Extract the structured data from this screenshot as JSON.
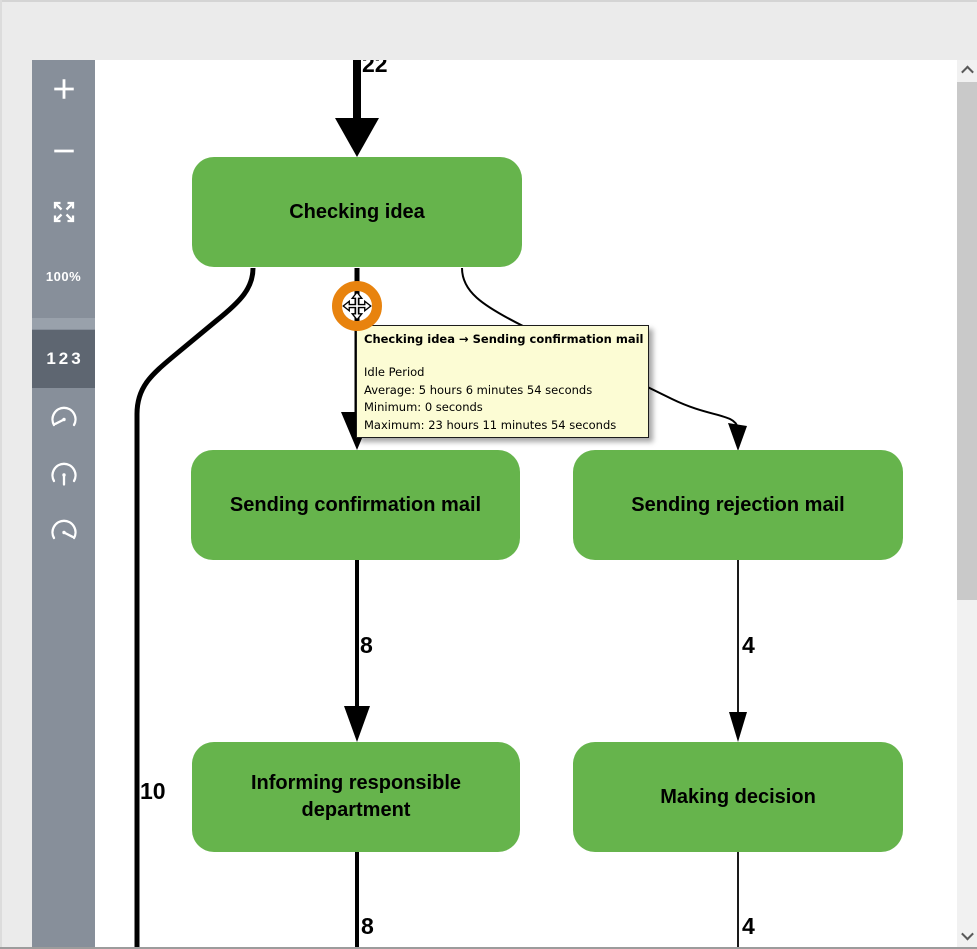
{
  "toolbar": {
    "zoom_level": "100%",
    "frequency_button_label": "123",
    "icons": [
      "zoom-in",
      "zoom-out",
      "fit-to-screen",
      "gauge-low",
      "gauge-mid",
      "gauge-high"
    ]
  },
  "diagram": {
    "nodes": [
      {
        "label": "Checking idea"
      },
      {
        "label": "Sending confirmation mail"
      },
      {
        "label": "Sending rejection mail"
      },
      {
        "label": "Informing responsible department"
      },
      {
        "label": "Making decision"
      }
    ],
    "edges": [
      {
        "count": "22",
        "to": "Checking idea"
      },
      {
        "count": "10",
        "from": "Checking idea"
      },
      {
        "count": "8",
        "from": "Sending confirmation mail",
        "to": "Informing responsible department"
      },
      {
        "count": "4",
        "from": "Sending rejection mail",
        "to": "Making decision"
      },
      {
        "count": "8",
        "from": "Informing responsible department"
      },
      {
        "count": "4",
        "from": "Making decision"
      }
    ]
  },
  "tooltip": {
    "title": "Checking idea → Sending confirmation mail",
    "section_label": "Idle Period",
    "lines": [
      "Average: 5 hours 6 minutes 54 seconds",
      "Minimum: 0 seconds",
      "Maximum: 23 hours 11 minutes 54 seconds"
    ]
  },
  "colors": {
    "node_fill": "#66b44c",
    "toolbar": "#878f9a",
    "toolbar_active": "#5e6671",
    "tooltip_bg": "#fcfcd4",
    "highlight_ring": "#e8830e",
    "canvas": "#ffffff",
    "frame": "#ebebeb"
  }
}
